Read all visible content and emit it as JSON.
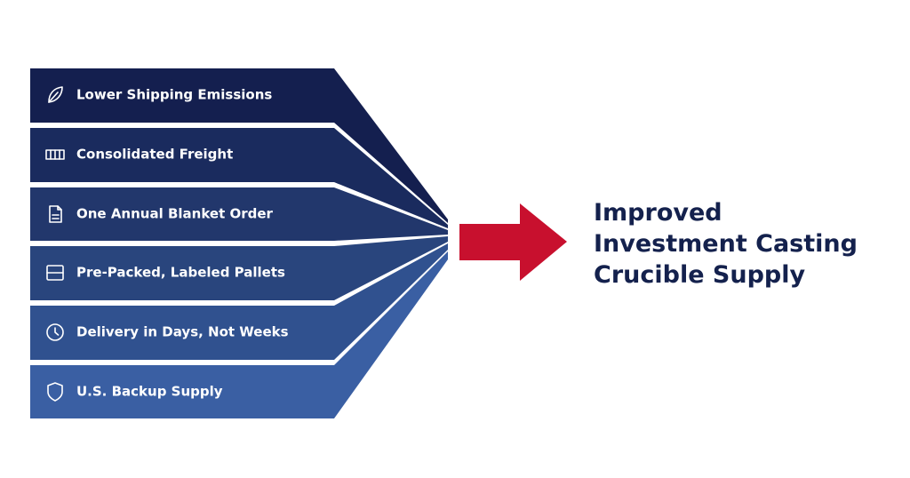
{
  "items": [
    {
      "label": "Lower Shipping Emissions",
      "icon": "leaf-icon",
      "color": "#141f4f"
    },
    {
      "label": "Consolidated Freight",
      "icon": "container-icon",
      "color": "#1a2b5e"
    },
    {
      "label": "One Annual Blanket Order",
      "icon": "document-icon",
      "color": "#22376c"
    },
    {
      "label": "Pre-Packed, Labeled Pallets",
      "icon": "pallet-icon",
      "color": "#29457d"
    },
    {
      "label": "Delivery in Days, Not Weeks",
      "icon": "clock-icon",
      "color": "#30518f"
    },
    {
      "label": "U.S. Backup Supply",
      "icon": "shield-icon",
      "color": "#3a5fa3"
    }
  ],
  "arrow_color": "#c8102e",
  "result": {
    "lines": [
      "Improved",
      "Investment Casting",
      "Crucible Supply"
    ],
    "color": "#14214d"
  }
}
